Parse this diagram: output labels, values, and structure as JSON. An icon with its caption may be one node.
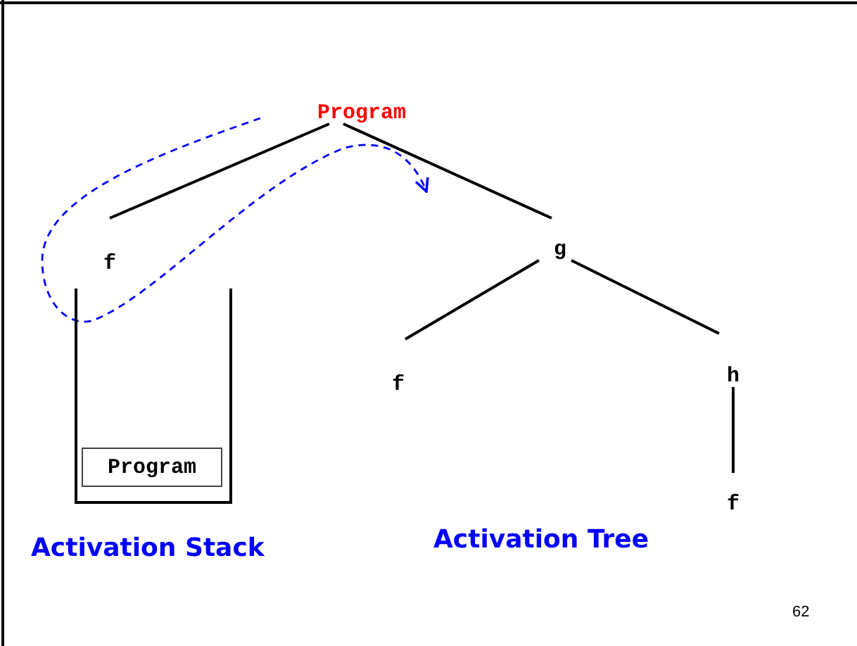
{
  "diagram": {
    "nodes": [
      {
        "text": [
          "Program"
        ]
      },
      {
        "text": [
          "f"
        ]
      },
      {
        "text": [
          "g"
        ]
      },
      {
        "text": [
          "f"
        ]
      },
      {
        "text": [
          "h"
        ]
      },
      {
        "text": [
          "f"
        ]
      },
      {
        "text": [],
        "shape": "container"
      },
      {
        "text": [
          "Program"
        ],
        "in": 6
      }
    ],
    "edges": [
      {
        "from": 0,
        "to": 1,
        "arrow": "none"
      },
      {
        "from": 0,
        "to": 2,
        "arrow": "none"
      },
      {
        "from": 2,
        "to": 3,
        "arrow": "none"
      },
      {
        "from": 2,
        "to": 4,
        "arrow": "none"
      },
      {
        "from": 4,
        "to": 5,
        "arrow": "none"
      }
    ],
    "labels": [
      "Activation Stack",
      "Activation Tree",
      "62"
    ]
  }
}
